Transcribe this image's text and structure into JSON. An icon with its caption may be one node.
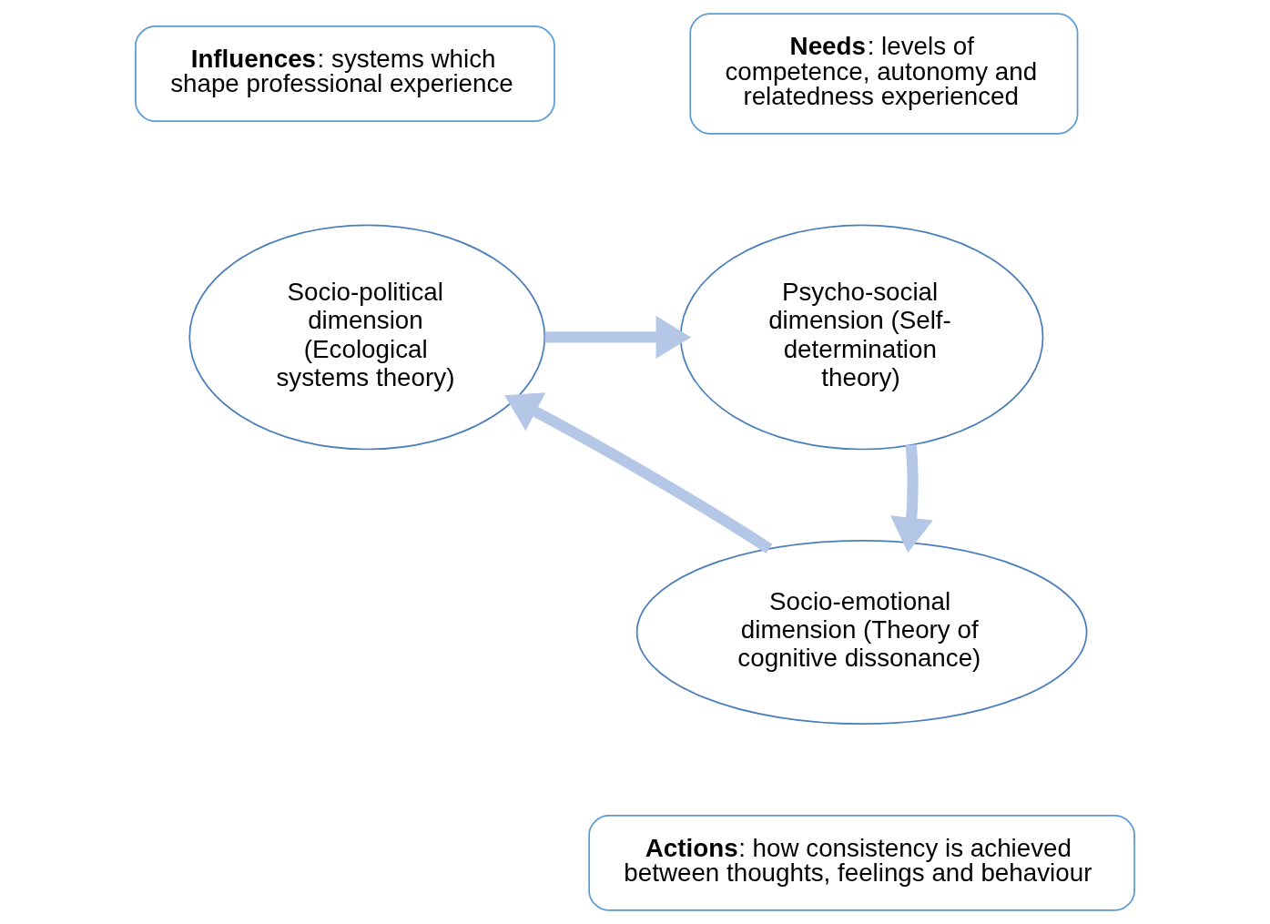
{
  "diagram": {
    "nodes": [
      {
        "text": [
          "**Influences**: systems which shape professional experience"
        ]
      },
      {
        "text": [
          "**Needs**: levels of competence, autonomy and relatedness experienced"
        ]
      },
      {
        "text": [
          "Socio-political dimension (Ecological systems theory)"
        ]
      },
      {
        "text": [
          "Psycho-social dimension (Self-determination theory)"
        ]
      },
      {
        "text": [
          "Socio-emotional dimension (Theory of cognitive dissonance)"
        ]
      },
      {
        "text": [
          "**Actions**: how consistency is achieved between thoughts, feelings and behaviour"
        ]
      }
    ],
    "edges": [
      {
        "from": 2,
        "to": 3,
        "arrow": "to"
      },
      {
        "from": 3,
        "to": 4,
        "arrow": "to"
      },
      {
        "from": 4,
        "to": 2,
        "arrow": "to"
      }
    ]
  }
}
